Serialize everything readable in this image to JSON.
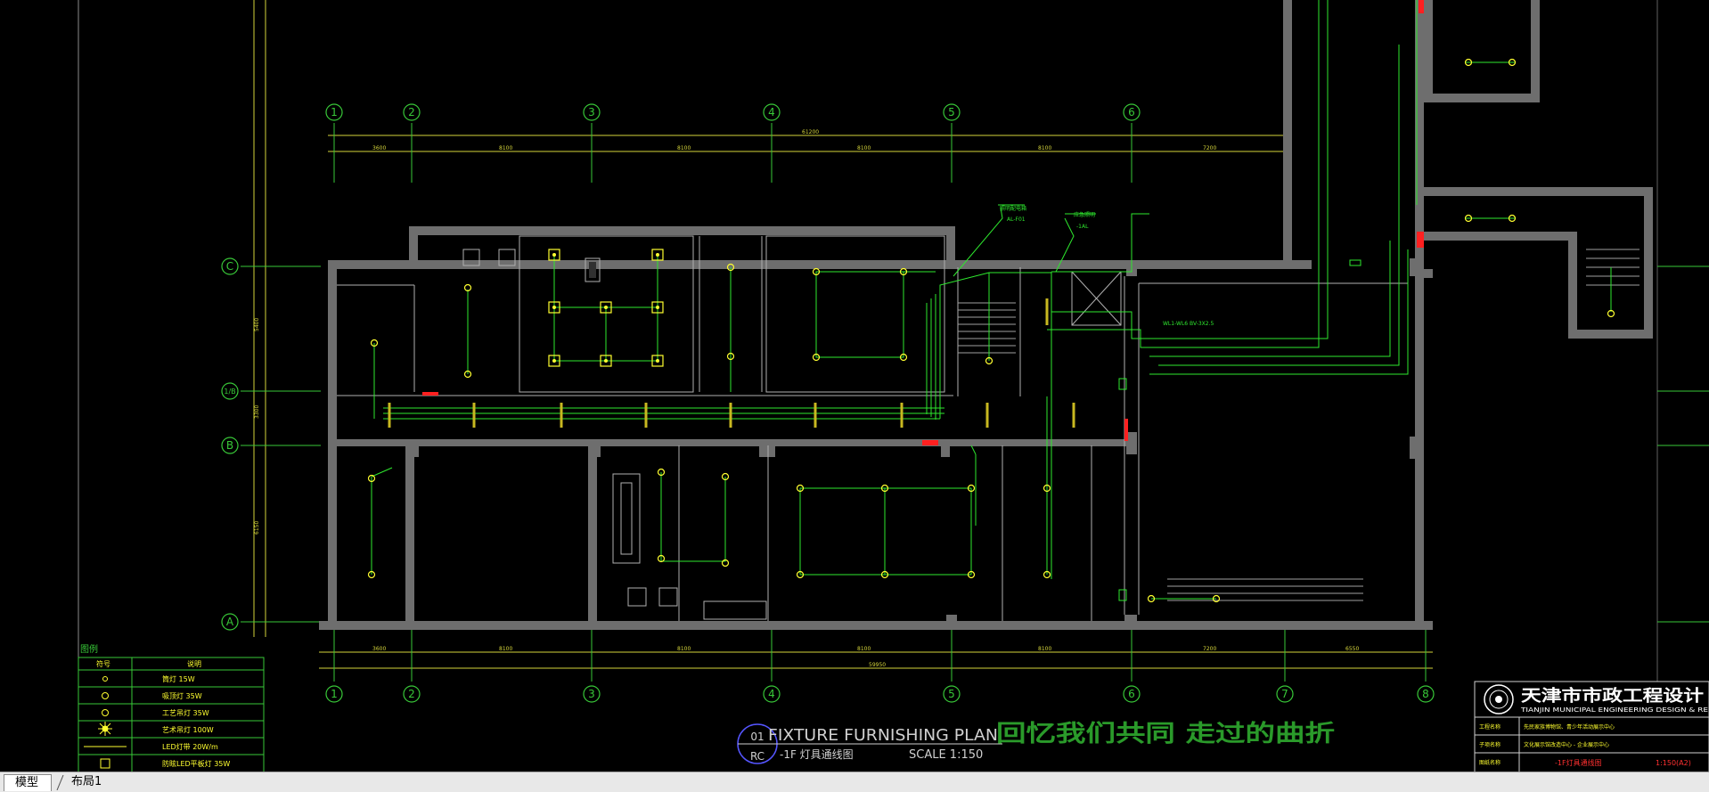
{
  "drawing": {
    "title_en": "FIXTURE FURNISHING PLAN",
    "title_cn": "-1F 灯具通线图",
    "scale": "SCALE 1:150",
    "badge_top": "01",
    "badge_bottom": "RC",
    "watermark": "回忆我们共同 走过的曲折"
  },
  "grid": {
    "columns": [
      "1",
      "2",
      "3",
      "4",
      "5",
      "6",
      "7",
      "8"
    ],
    "rows": [
      "C",
      "1/B",
      "B",
      "A"
    ]
  },
  "legend": {
    "title": "图例",
    "headers": [
      "符号",
      "说明"
    ],
    "items": [
      "筒灯 15W",
      "吸顶灯 35W",
      "工艺吊灯 35W",
      "艺术吊灯 100W",
      "LED灯带 20W/m",
      "防眩LED平板灯 35W"
    ]
  },
  "titleblock": {
    "company_cn": "天津市市政工程设计",
    "company_en": "TIANJIN MUNICIPAL ENGINEERING DESIGN & RE",
    "rows": [
      {
        "label": "工程名称",
        "value": "先民家族博物馆、青少年活动展示中心"
      },
      {
        "label": "子项名称",
        "value": "文化展示馆改造中心 - 企业展示中心"
      },
      {
        "label": "图纸名称",
        "value": "-1F灯具通线图",
        "scale": "1:150(A2)"
      }
    ]
  },
  "tabs": [
    {
      "label": "模型",
      "active": true
    },
    {
      "label": "布局1",
      "active": false
    }
  ],
  "colors": {
    "background": "#000000",
    "axis_line": "#d4d43a",
    "grid_line": "#38c838",
    "wall": "#6e6e6e",
    "wire": "#2ee82e",
    "fixture": "#ffff30",
    "accent": "#ff2020"
  }
}
